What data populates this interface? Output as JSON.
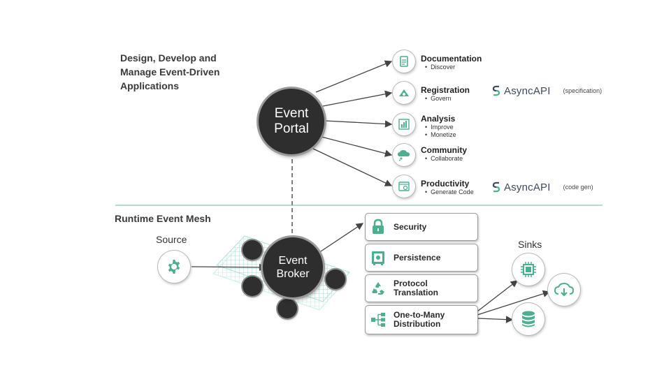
{
  "design_title": "Design, Develop and Manage Event-Driven Applications",
  "portal": {
    "line1": "Event",
    "line2": "Portal"
  },
  "features": [
    {
      "name": "Documentation",
      "bullets": [
        "Discover"
      ],
      "icon": "document-icon"
    },
    {
      "name": "Registration",
      "bullets": [
        "Govern"
      ],
      "icon": "registry-icon"
    },
    {
      "name": "Analysis",
      "bullets": [
        "Improve",
        "Monetize"
      ],
      "icon": "bar-chart-icon"
    },
    {
      "name": "Community",
      "bullets": [
        "Collaborate"
      ],
      "icon": "chat-cloud-icon"
    },
    {
      "name": "Productivity",
      "bullets": [
        "Generate Code"
      ],
      "icon": "code-window-icon"
    }
  ],
  "asyncapi": [
    {
      "brand": "AsyncAPI",
      "note": "(specification)"
    },
    {
      "brand": "AsyncAPI",
      "note": "(code gen)"
    }
  ],
  "runtime_title": "Runtime Event Mesh",
  "source_label": "Source",
  "broker": {
    "line1": "Event",
    "line2": "Broker"
  },
  "capabilities": [
    {
      "label": "Security",
      "icon": "lock-icon"
    },
    {
      "label": "Persistence",
      "icon": "vault-icon"
    },
    {
      "label": "Protocol Translation",
      "icon": "recycle-icon"
    },
    {
      "label": "One-to-Many Distribution",
      "icon": "tree-icon"
    }
  ],
  "sinks_label": "Sinks",
  "sinks": [
    "chip-icon",
    "cloud-download-icon",
    "database-icon"
  ],
  "colors": {
    "accent": "#4caf8f",
    "node": "#2e2e2e",
    "line": "#444444",
    "mesh": "#8fd6c9"
  }
}
